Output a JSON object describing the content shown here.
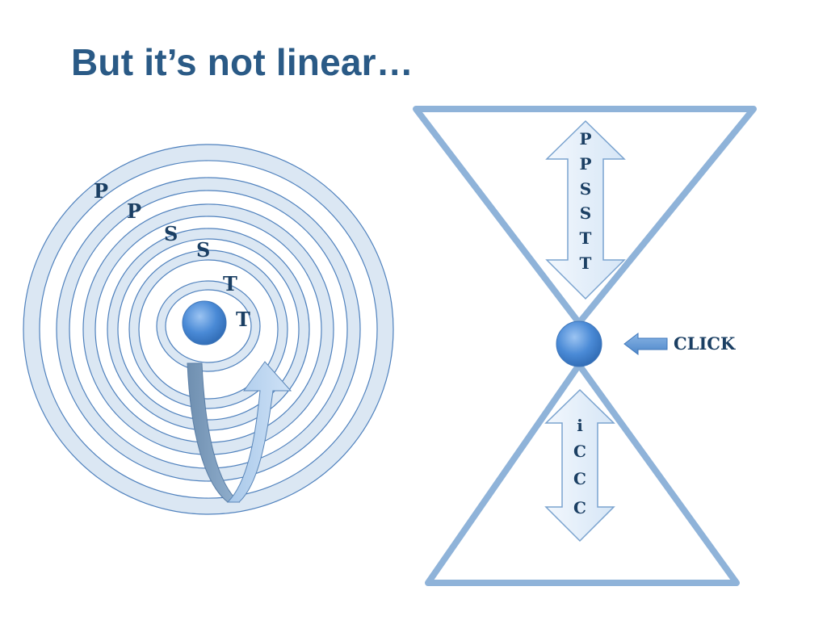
{
  "slide": {
    "title": "But it’s not linear…"
  },
  "rings_diagram": {
    "labels": [
      "P",
      "P",
      "S",
      "S",
      "T",
      "T"
    ]
  },
  "hourglass_diagram": {
    "top_arrow_letters": [
      "P",
      "P",
      "S",
      "S",
      "T",
      "T"
    ],
    "bottom_arrow_letters": [
      "i",
      "C",
      "C",
      "C"
    ],
    "pointer_label": "CLICK"
  },
  "colors": {
    "title": "#2a5a86",
    "ring_fill": "#dbe7f3",
    "ring_stroke": "#4f81bd",
    "hourglass_stroke": "#8fb3d9",
    "ball": "#4a8ad6",
    "text": "#1b3f63"
  }
}
